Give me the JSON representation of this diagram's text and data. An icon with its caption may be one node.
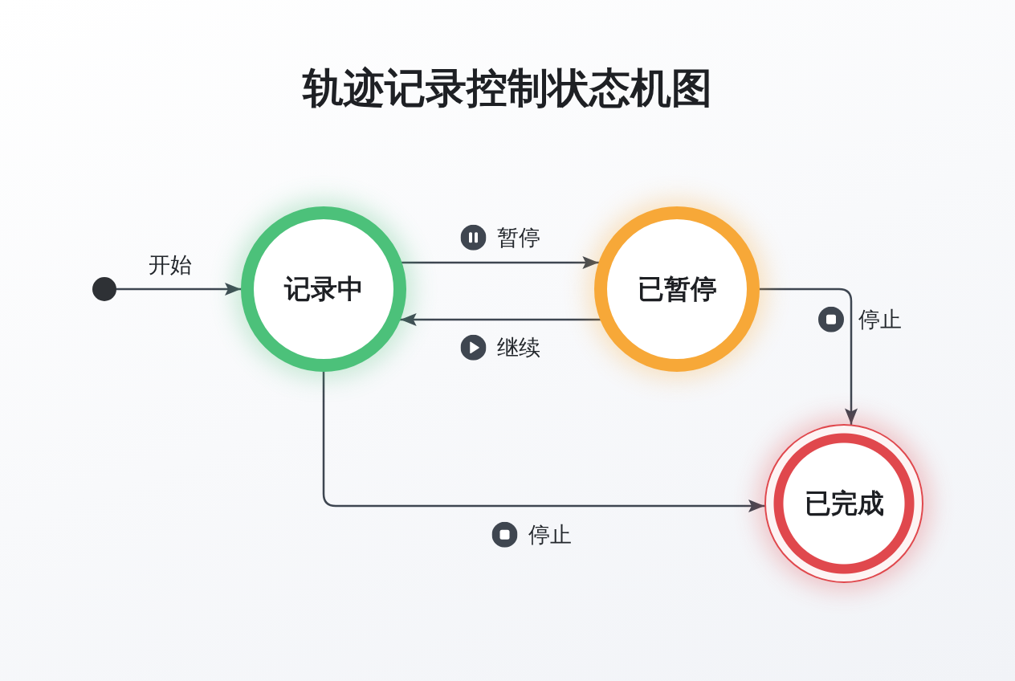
{
  "diagram": {
    "title": "轨迹记录控制状态机图",
    "nodes": [
      {
        "text": [],
        "shape": "circle"
      },
      {
        "text": [
          "记录中"
        ]
      },
      {
        "text": [
          "已暂停"
        ]
      },
      {
        "text": [
          "已完成"
        ]
      }
    ],
    "edges": [
      {
        "from": 0,
        "to": 1,
        "arrow": "to",
        "label": "开始"
      },
      {
        "from": 1,
        "to": 2,
        "arrow": "to",
        "label": "暂停"
      },
      {
        "from": 2,
        "to": 1,
        "arrow": "to",
        "label": "继续"
      },
      {
        "from": 2,
        "to": 3,
        "arrow": "to",
        "label": "停止"
      },
      {
        "from": 1,
        "to": 3,
        "arrow": "to",
        "label": "停止"
      }
    ]
  }
}
